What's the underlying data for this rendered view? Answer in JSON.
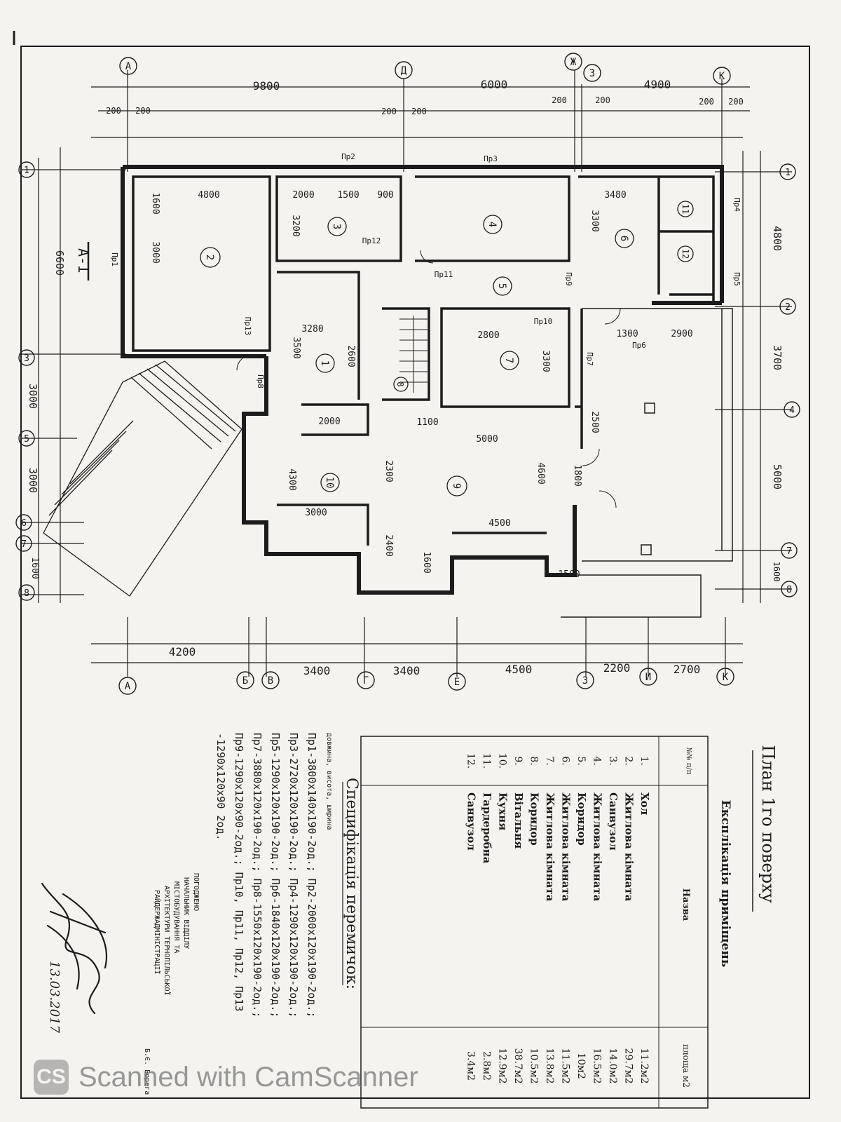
{
  "plan": {
    "title": "План 1го поверху",
    "section_mark": "А-І",
    "axes_top": [
      "А",
      "Д",
      "Ж",
      "К"
    ],
    "axes_top_extra": "3",
    "axes_bottom": [
      "А",
      "Б",
      "В",
      "Г",
      "Е",
      "З",
      "И",
      "К"
    ],
    "axes_right": [
      "1",
      "2",
      "4",
      "7",
      "8"
    ],
    "axes_left": [
      "1",
      "3",
      "5",
      "6",
      "7",
      "8"
    ],
    "dims_top": [
      "9800",
      "6000",
      "4900"
    ],
    "dims_bottom": [
      "4200",
      "3400",
      "3400",
      "4500",
      "2200",
      "2700"
    ],
    "dims_right": [
      "4800",
      "3700",
      "5000",
      "1600"
    ],
    "dims_left": [
      "6600",
      "3000",
      "3000",
      "1600"
    ],
    "wall_marks": [
      "200",
      "200"
    ],
    "rooms": [
      "1",
      "2",
      "3",
      "4",
      "5",
      "6",
      "7",
      "8",
      "9",
      "10",
      "11",
      "12"
    ],
    "lintels": [
      "Пр1",
      "Пр2",
      "Пр3",
      "Пр4",
      "Пр5",
      "Пр6",
      "Пр7",
      "Пр8",
      "Пр9",
      "Пр10",
      "Пр11",
      "Пр12",
      "Пр13"
    ],
    "inner_dims": [
      "4800",
      "3000",
      "1600",
      "2000",
      "1500",
      "900",
      "3200",
      "3480",
      "3300",
      "3280",
      "2600",
      "3500",
      "2800",
      "3300",
      "2000",
      "4300",
      "3000",
      "5000",
      "4500",
      "4600",
      "2300",
      "2400",
      "1600",
      "1300",
      "2900",
      "2500",
      "1800",
      "1500",
      "1100"
    ]
  },
  "explication": {
    "title": "Експлікація приміщень",
    "headers": [
      "№№ п/п",
      "Назва",
      "площа м2"
    ],
    "rows": [
      {
        "num": "1.",
        "name": "Хол",
        "area": "11.2м2"
      },
      {
        "num": "2.",
        "name": "Житлова кімната",
        "area": "29.7м2"
      },
      {
        "num": "3.",
        "name": "Санвузол",
        "area": "14.0м2"
      },
      {
        "num": "4.",
        "name": "Житлова кімната",
        "area": "16.5м2"
      },
      {
        "num": "5.",
        "name": "Коридор",
        "area": "10м2"
      },
      {
        "num": "6.",
        "name": "Житлова кімната",
        "area": "11.5м2"
      },
      {
        "num": "7.",
        "name": "Житлова кімната",
        "area": "13.8м2"
      },
      {
        "num": "8.",
        "name": "Коридор",
        "area": "10.5м2"
      },
      {
        "num": "9.",
        "name": "Вітальня",
        "area": "38.7м2"
      },
      {
        "num": "10.",
        "name": "Кухня",
        "area": "12.9м2"
      },
      {
        "num": "11.",
        "name": "Гардеробна",
        "area": "2.8м2"
      },
      {
        "num": "12.",
        "name": "Санвузол",
        "area": "3.4м2"
      }
    ]
  },
  "specification": {
    "title": "Специфікація перемичок:",
    "subtitle": "довжина, висота, ширина",
    "lines": [
      "Пр1-3800х140х190-2од.; Пр2-2000х120х190-2од.;",
      "Пр3-2720х120х190-2од.; Пр4-1290х120х190-2од.;",
      "Пр5-1290х120х190-2од.; Пр6-1840х120х190-2од.;",
      "Пр7-3880х120х190-2од.; Пр8-1550х120х190-2од.;",
      "Пр9-1290х120х90-2од.; Пр10, Пр11, Пр12, Пр13",
      "-1290х120х90 2од."
    ]
  },
  "stamp": {
    "lines": [
      "ПОГОДЖЕНО",
      "НАЧАЛЬНИК ВІДДІЛУ",
      "МІСТОБУДУВАННЯ ТА",
      "АРХІТЕКТУРИ ТЕРНОПІЛЬСЬКОЇ",
      "РАЙДЕРЖАДМІНІСТРАЦІЇ"
    ],
    "name": "Б.Є. Борега",
    "date": "13.03.2017"
  },
  "watermark": {
    "text": "Scanned with CamScanner",
    "icon": "camscanner-icon"
  },
  "colors": {
    "ink": "#1c1c1c",
    "paper": "#f4f3ef",
    "watermark": "#8c8c8c"
  }
}
